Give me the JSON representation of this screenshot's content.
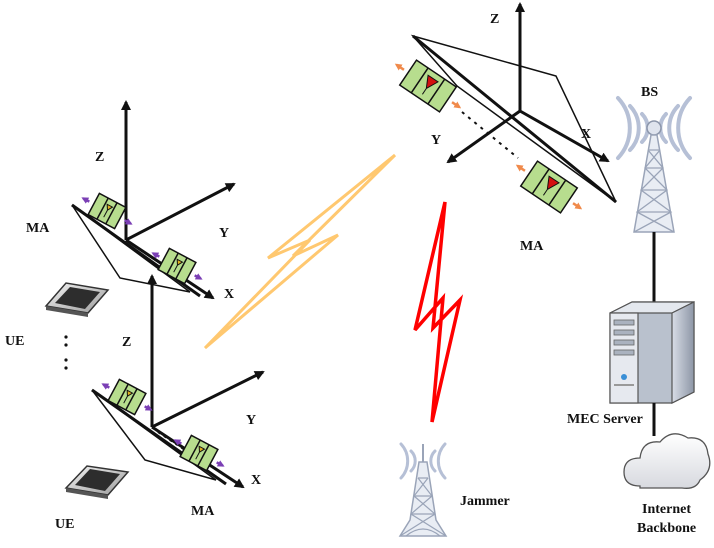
{
  "axes": {
    "ue_top": {
      "z": "Z",
      "y": "Y",
      "x": "X"
    },
    "ue_bottom": {
      "z": "Z",
      "y": "Y",
      "x": "X"
    },
    "bs": {
      "z": "Z",
      "y": "Y",
      "x": "X"
    }
  },
  "labels": {
    "ma_top_left": "MA",
    "ma_bottom": "MA",
    "ma_bs": "MA",
    "ue_top": "UE",
    "ue_bottom": "UE",
    "bs": "BS",
    "mec_server": "MEC Server",
    "internet_line1": "Internet",
    "internet_line2": "Backbone",
    "jammer": "Jammer"
  },
  "colors": {
    "legit_link": "#ffc870",
    "jam_link": "#ff0000",
    "antenna_panel": "#b7dd8e",
    "antenna_arrow_ue": "#7b3fb5",
    "antenna_arrow_bs": "#f08a4b",
    "antenna_symbol_ue": "#e0b020",
    "antenna_symbol_bs": "#d41010",
    "tower": "#b6c0d6"
  }
}
